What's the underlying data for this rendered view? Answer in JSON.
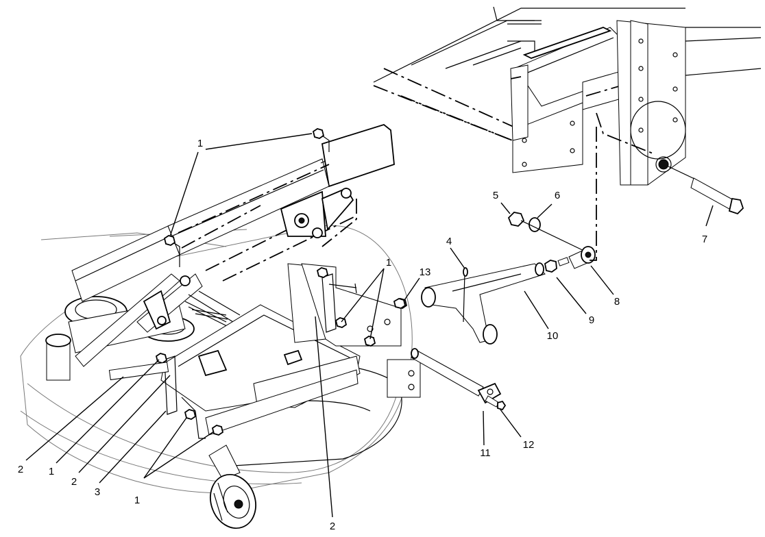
{
  "callouts": [
    {
      "id": "c1-top",
      "text": "1"
    },
    {
      "id": "c1-mid",
      "text": "1"
    },
    {
      "id": "c13",
      "text": "13"
    },
    {
      "id": "c4",
      "text": "4"
    },
    {
      "id": "c5",
      "text": "5"
    },
    {
      "id": "c6",
      "text": "6"
    },
    {
      "id": "c7",
      "text": "7"
    },
    {
      "id": "c8",
      "text": "8"
    },
    {
      "id": "c9",
      "text": "9"
    },
    {
      "id": "c10",
      "text": "10"
    },
    {
      "id": "c11",
      "text": "11"
    },
    {
      "id": "c12",
      "text": "12"
    },
    {
      "id": "c2-left",
      "text": "2"
    },
    {
      "id": "c1-left",
      "text": "1"
    },
    {
      "id": "c2-left2",
      "text": "2"
    },
    {
      "id": "c3",
      "text": "3"
    },
    {
      "id": "c1-bottom",
      "text": "1"
    },
    {
      "id": "c2-bottom",
      "text": "2"
    }
  ]
}
